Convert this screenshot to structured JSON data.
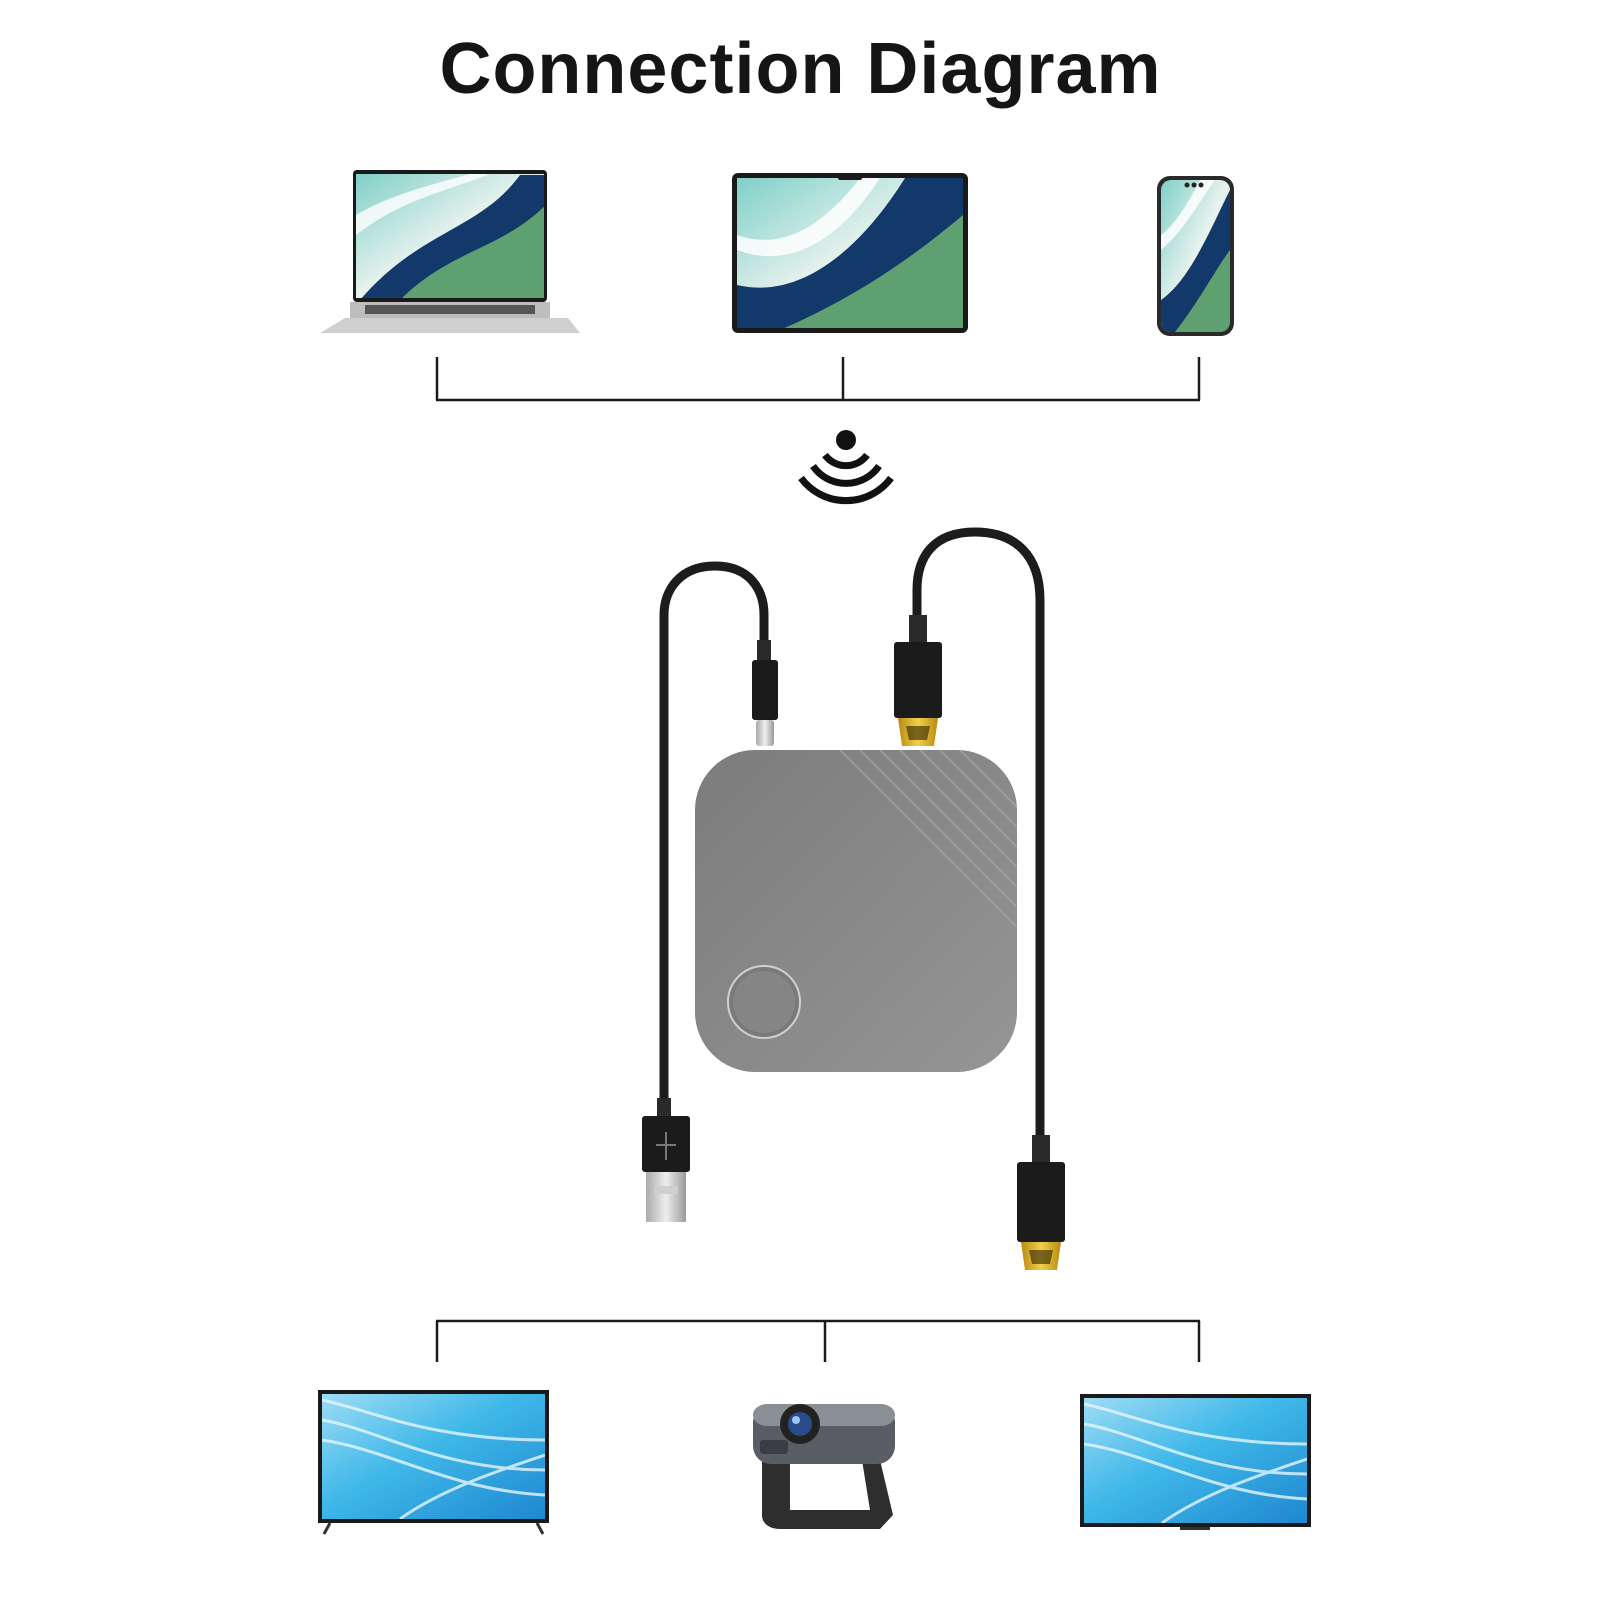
{
  "title": "Connection Diagram",
  "colors": {
    "text": "#151515",
    "line": "#1a1a1a",
    "cable": "#1c1c1c",
    "device_body": "#8a8a8a",
    "tv_screen": "#3fb8e8",
    "laptop_green": "#5fa070",
    "laptop_navy": "#13396b",
    "hdmi_gold": "#e0b020"
  },
  "source_devices": [
    {
      "name": "laptop",
      "icon": "laptop-icon"
    },
    {
      "name": "tablet",
      "icon": "tablet-icon"
    },
    {
      "name": "phone",
      "icon": "smartphone-icon"
    }
  ],
  "center": {
    "signal_icon": "wireless-signal-icon",
    "device_icon": "wireless-display-adapter-icon",
    "cables": [
      {
        "name": "usb-c-to-usb-a-cable",
        "connectors": [
          "usb-c",
          "usb-a"
        ]
      },
      {
        "name": "hdmi-cable",
        "connectors": [
          "hdmi",
          "hdmi"
        ]
      }
    ]
  },
  "display_devices": [
    {
      "name": "tv",
      "icon": "tv-icon"
    },
    {
      "name": "projector",
      "icon": "projector-icon"
    },
    {
      "name": "monitor",
      "icon": "monitor-icon"
    }
  ]
}
